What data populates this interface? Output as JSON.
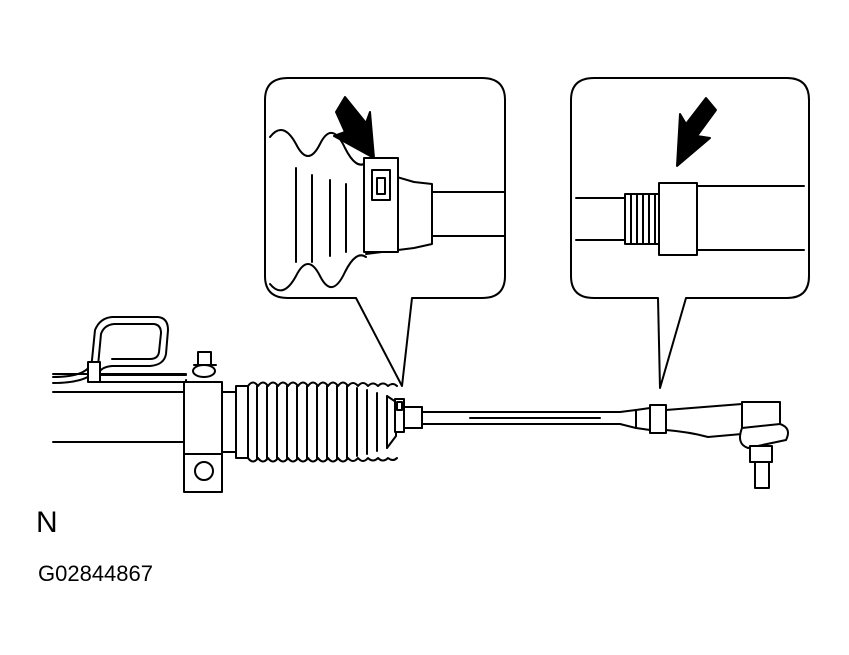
{
  "figure": {
    "labels": {
      "view": "N",
      "figure_id": "G02844867"
    },
    "colors": {
      "ink": "#000000",
      "paper": "#ffffff"
    },
    "callouts": [
      {
        "name": "boot-clamp-callout",
        "arrow": "black-arrow"
      },
      {
        "name": "lock-nut-callout",
        "arrow": "black-arrow"
      }
    ]
  }
}
